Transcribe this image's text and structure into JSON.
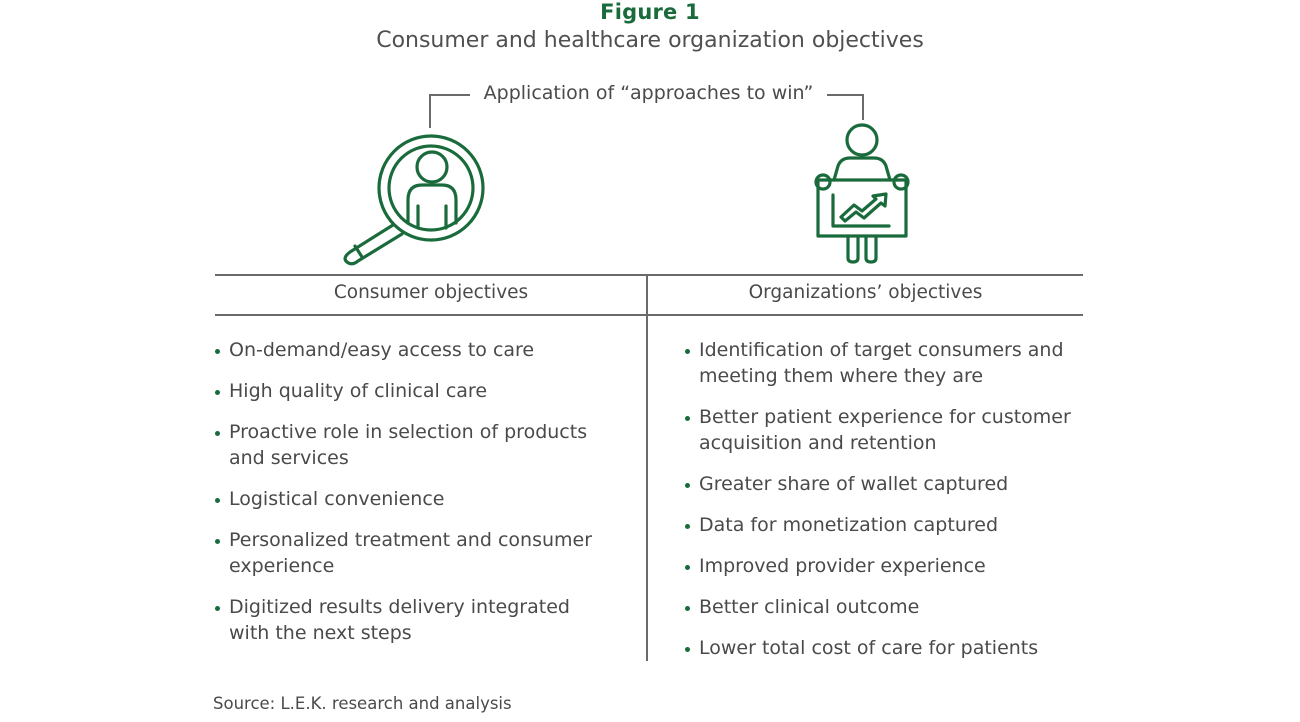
{
  "figure": {
    "label": "Figure 1",
    "title": "Consumer and healthcare organization objectives",
    "bracket_label": "Application of “approaches to win”"
  },
  "icons": {
    "left": "magnifier-person-icon",
    "right": "person-holding-chart-icon"
  },
  "colors": {
    "accent_green": "#1a6b3c",
    "text_gray": "#4a4a4a",
    "rule_gray": "#6a6a6a"
  },
  "columns": {
    "consumer": {
      "header": "Consumer objectives",
      "items": [
        "On-demand/easy access to care",
        "High quality of clinical care",
        "Proactive role in selection of products and services",
        "Logistical convenience",
        "Personalized treatment and consumer experience",
        "Digitized results delivery integrated with the next steps"
      ]
    },
    "organization": {
      "header": "Organizations’ objectives",
      "items": [
        "Identification of target consumers and meeting them where they are",
        "Better patient experience for customer acquisition and retention",
        "Greater share of wallet captured",
        "Data for monetization captured",
        "Improved provider experience",
        "Better clinical outcome",
        "Lower total cost of care for patients"
      ]
    }
  },
  "source": "Source: L.E.K. research and analysis"
}
